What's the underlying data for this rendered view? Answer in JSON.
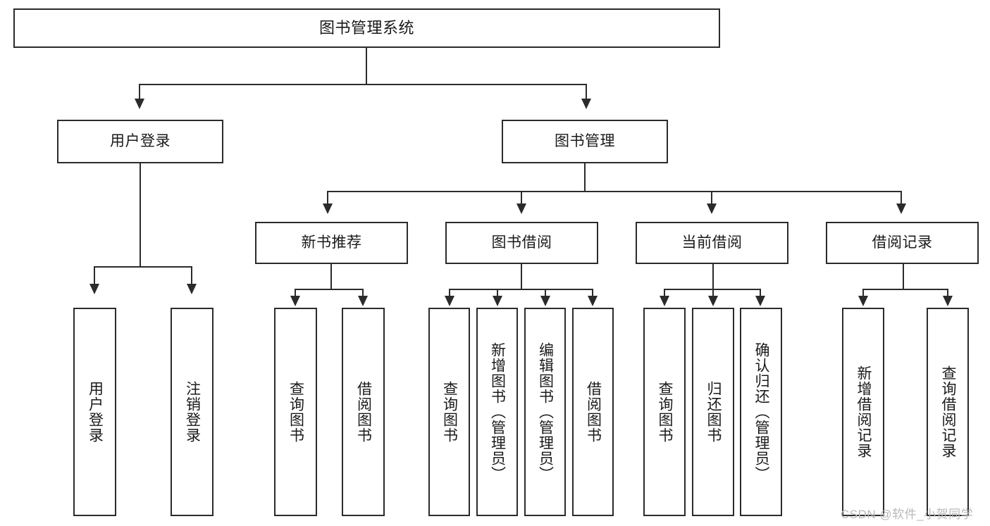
{
  "diagram": {
    "title": "图书管理系统",
    "watermark": "CSDN @软件_小贺同学",
    "nodes": {
      "root": {
        "label": "图书管理系统"
      },
      "level1": [
        {
          "label": "用户登录"
        },
        {
          "label": "图书管理"
        }
      ],
      "level2": [
        {
          "label": "新书推荐"
        },
        {
          "label": "图书借阅"
        },
        {
          "label": "当前借阅"
        },
        {
          "label": "借阅记录"
        }
      ],
      "leaves": {
        "user_login": [
          {
            "label": "用户登录"
          },
          {
            "label": "注销登录"
          }
        ],
        "new_book": [
          {
            "label": "查询图书"
          },
          {
            "label": "借阅图书"
          }
        ],
        "book_borrow": [
          {
            "label": "查询图书"
          },
          {
            "label": "新增图书（管理员）"
          },
          {
            "label": "编辑图书（管理员）"
          },
          {
            "label": "借阅图书"
          }
        ],
        "current_borrow": [
          {
            "label": "查询图书"
          },
          {
            "label": "归还图书"
          },
          {
            "label": "确认归还（管理员）"
          }
        ],
        "borrow_record": [
          {
            "label": "新增借阅记录"
          },
          {
            "label": "查询借阅记录"
          }
        ]
      }
    },
    "colors": {
      "stroke": "#2b2b2b",
      "fill": "#ffffff",
      "text": "#1a1a1a",
      "watermark": "#b9b9b9"
    }
  }
}
